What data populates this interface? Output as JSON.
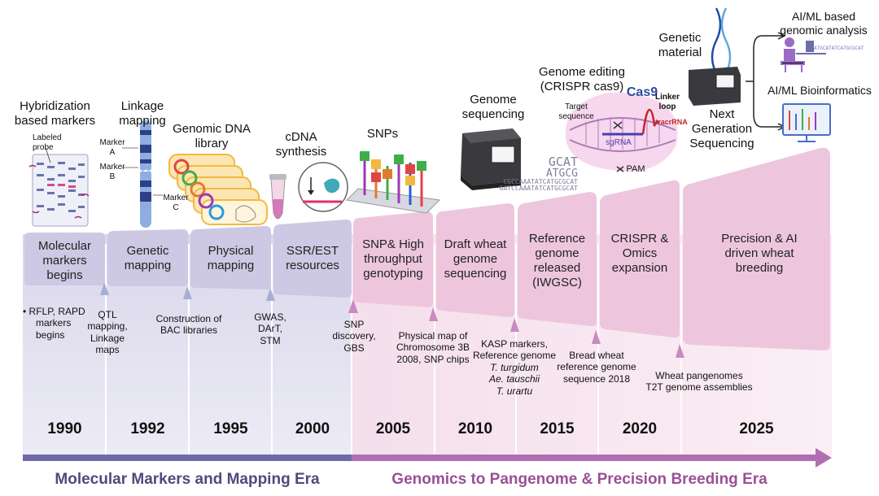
{
  "top_labels": {
    "hybridization": [
      "Hybridization",
      "based markers"
    ],
    "labeled_probe": [
      "Labeled",
      "probe"
    ],
    "linkage": [
      "Linkage",
      "mapping"
    ],
    "marker_a": [
      "Marker",
      "A"
    ],
    "marker_b": [
      "Marker",
      "B"
    ],
    "marker_c": [
      "Marker",
      "C"
    ],
    "genomic_dna": [
      "Genomic DNA",
      "library"
    ],
    "cdna": [
      "cDNA",
      "synthesis"
    ],
    "snps": "SNPs",
    "genome_seq": [
      "Genome",
      "sequencing"
    ],
    "dna_seq_text": [
      "GCAT",
      "ATGCG",
      "CGCCAAATATCATGCGCAT",
      "GATCCAAATATCATGCGCAT"
    ],
    "genome_editing": [
      "Genome editing",
      "(CRISPR cas9)"
    ],
    "cas9": "Cas9",
    "linker_loop": [
      "Linker",
      "loop"
    ],
    "tracrrna": "tracrRNA",
    "target_seq": [
      "Target",
      "sequence"
    ],
    "sgrna": "sgRNA",
    "pam": "PAM",
    "genetic_material": [
      "Genetic",
      "material"
    ],
    "ngs": [
      "Next",
      "Generation",
      "Sequencing"
    ],
    "ai_ml_genomic": [
      "AI/ML based",
      "genomic analysis"
    ],
    "ai_ml_bio": "AI/ML Bioinformatics",
    "ai_seq_text": "ATGCATATCATGCGCAT"
  },
  "milestones": [
    {
      "label": [
        "Molecular",
        "markers",
        "begins"
      ],
      "year": "1990",
      "note": [
        "• RFLP, RAPD",
        "markers",
        "begins"
      ]
    },
    {
      "label": [
        "Genetic",
        "mapping"
      ],
      "year": "1992",
      "note": [
        "QTL",
        "mapping,",
        "Linkage",
        "maps"
      ]
    },
    {
      "label": [
        "Physical",
        "mapping"
      ],
      "year": "1995",
      "note": [
        "Construction of",
        "BAC libraries"
      ]
    },
    {
      "label": [
        "SSR/EST",
        "resources"
      ],
      "year": "2000",
      "note": [
        "GWAS,",
        "DArT,",
        "STM"
      ]
    },
    {
      "label": [
        "SNP& High",
        "throughput",
        "genotyping"
      ],
      "year": "2005",
      "note": [
        "SNP",
        "discovery,",
        "GBS"
      ]
    },
    {
      "label": [
        "Draft wheat",
        "genome",
        "sequencing"
      ],
      "year": "2010",
      "note": [
        "Physical map of",
        "Chromosome 3B",
        "2008, SNP chips"
      ]
    },
    {
      "label": [
        "Reference",
        "genome",
        "released",
        "(IWGSC)"
      ],
      "year": "2015",
      "note": [
        "KASP markers,",
        "Reference genome"
      ],
      "note_italic": [
        "T. turgidum",
        "Ae. tauschii",
        "T. urartu"
      ]
    },
    {
      "label": [
        "CRISPR &",
        "Omics",
        "expansion"
      ],
      "year": "2020",
      "note": [
        "Bread wheat",
        "reference genome",
        "sequence 2018"
      ]
    },
    {
      "label": [
        "Precision & AI",
        "driven wheat",
        "breeding"
      ],
      "year": "2025",
      "note": [
        "Wheat pangenomes",
        "T2T genome assemblies"
      ]
    }
  ],
  "eras": [
    {
      "label": "Molecular Markers and Mapping Era",
      "color": "#4f4a7e"
    },
    {
      "label": "Genomics to Pangenome & Precision Breeding Era",
      "color": "#9a4f96"
    }
  ],
  "colors": {
    "era1_box": "#cdc8e3",
    "era2_box": "#edc6dd",
    "era1_arrow": "#6e6aa8",
    "era2_arrow": "#b06fb0",
    "pointer1": "#a7aed4",
    "pointer2": "#c88ac0",
    "title_blue": "#2c4a9e",
    "trna_red": "#c2272d"
  }
}
